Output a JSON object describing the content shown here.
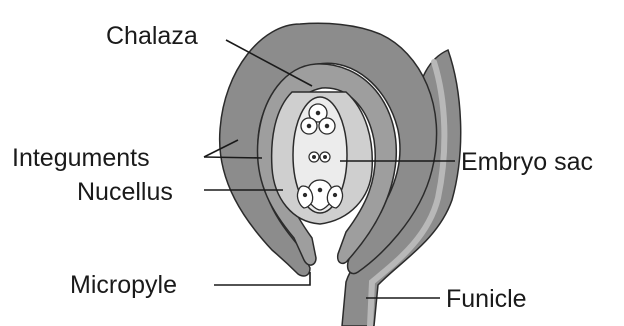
{
  "labels": {
    "chalaza": "Chalaza",
    "integuments": "Integuments",
    "nucellus": "Nucellus",
    "micropyle": "Micropyle",
    "embryo_sac": "Embryo sac",
    "funicle": "Funicle"
  },
  "colors": {
    "background": "#ffffff",
    "outer_integument": "#8c8c8c",
    "inner_integument": "#9e9e9e",
    "nucellus": "#cfcfcf",
    "embryo_sac": "#ececec",
    "outline": "#2b2b2b",
    "highlight": "#b8b8b8",
    "leader_line": "#1a1a1a",
    "text": "#1a1a1a"
  }
}
